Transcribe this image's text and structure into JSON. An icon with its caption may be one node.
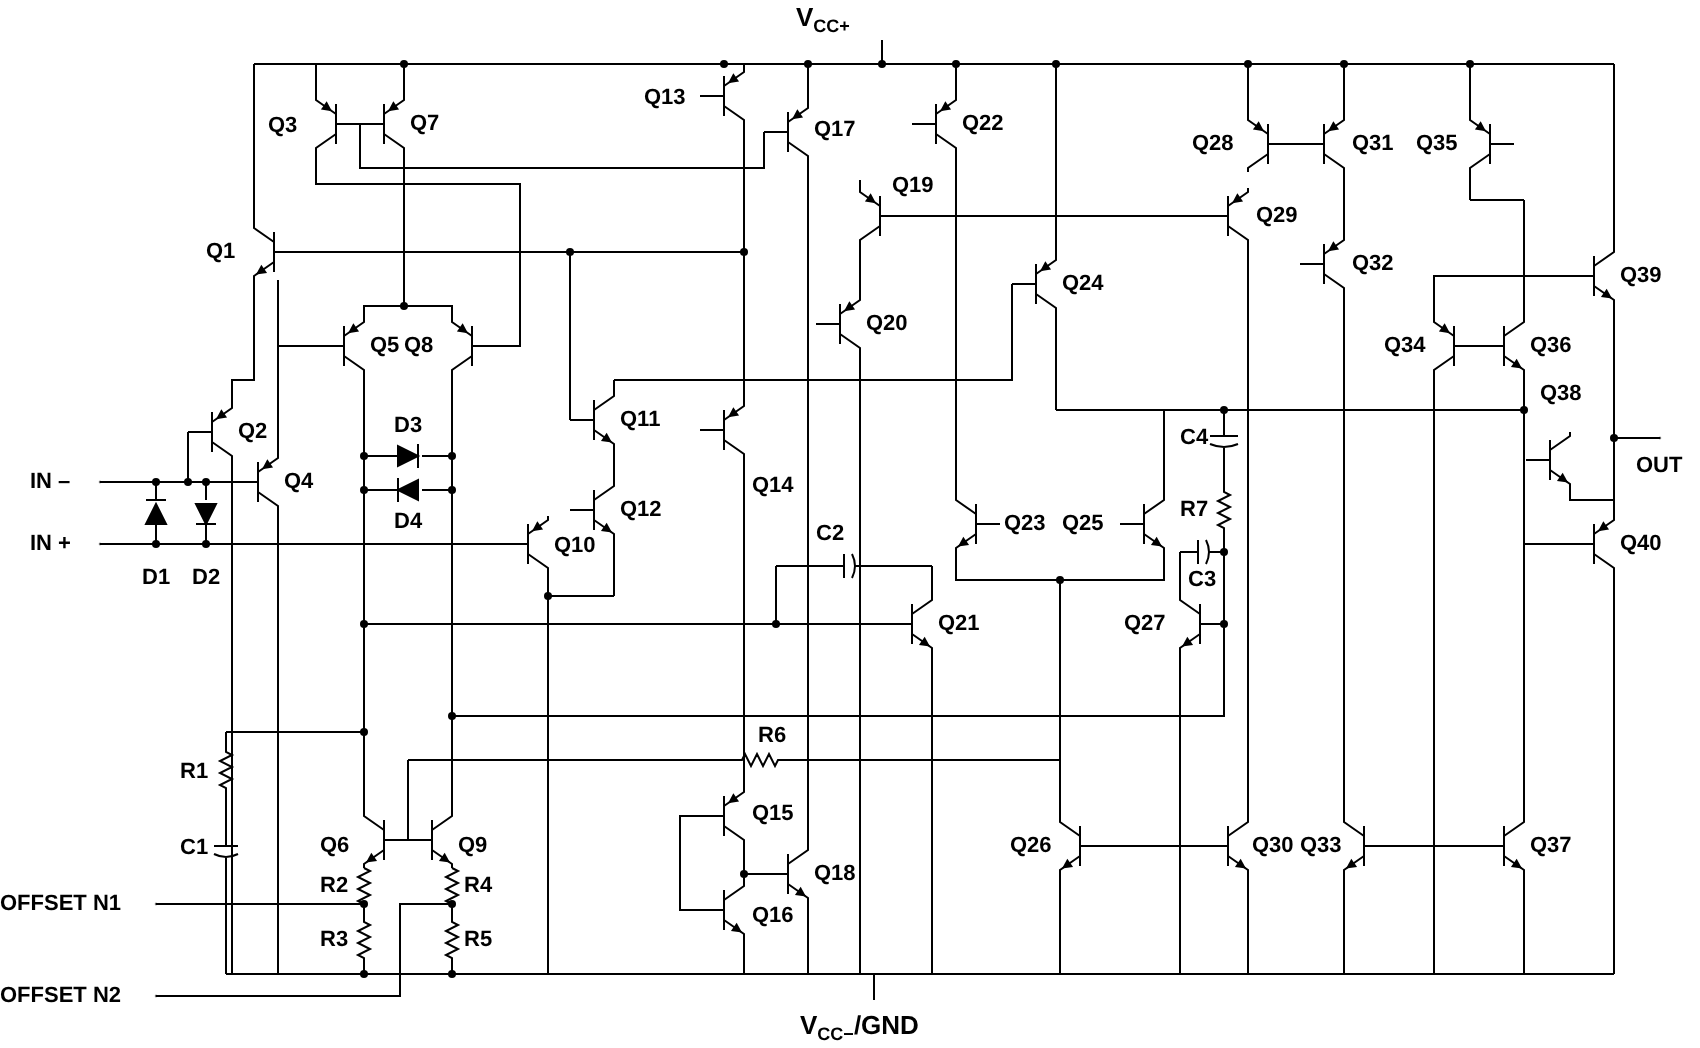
{
  "diagram": {
    "labels": [
      "V$_{CC+}$",
      "Q13",
      "Q3",
      "Q7",
      "Q17",
      "Q22",
      "Q28",
      "Q31",
      "Q35",
      "Q19",
      "Q29",
      "Q1",
      "Q32",
      "Q24",
      "Q39",
      "Q20",
      "Q5",
      "Q8",
      "Q34",
      "Q36",
      "Q38",
      "Q2",
      "D3",
      "Q11",
      "C4",
      "IN –",
      "Q4",
      "Q14",
      "OUT",
      "D4",
      "Q12",
      "C2",
      "Q23",
      "Q25",
      "R7",
      "IN +",
      "Q10",
      "Q40",
      "D1",
      "D2",
      "C3",
      "Q21",
      "Q27",
      "R6",
      "R1",
      "Q15",
      "C1",
      "Q6",
      "Q9",
      "Q26",
      "Q30",
      "Q33",
      "Q37",
      "R2",
      "R4",
      "Q18",
      "OFFSET N1",
      "Q16",
      "R3",
      "R5",
      "OFFSET N2",
      "V$_{CC−}$/GND"
    ]
  }
}
